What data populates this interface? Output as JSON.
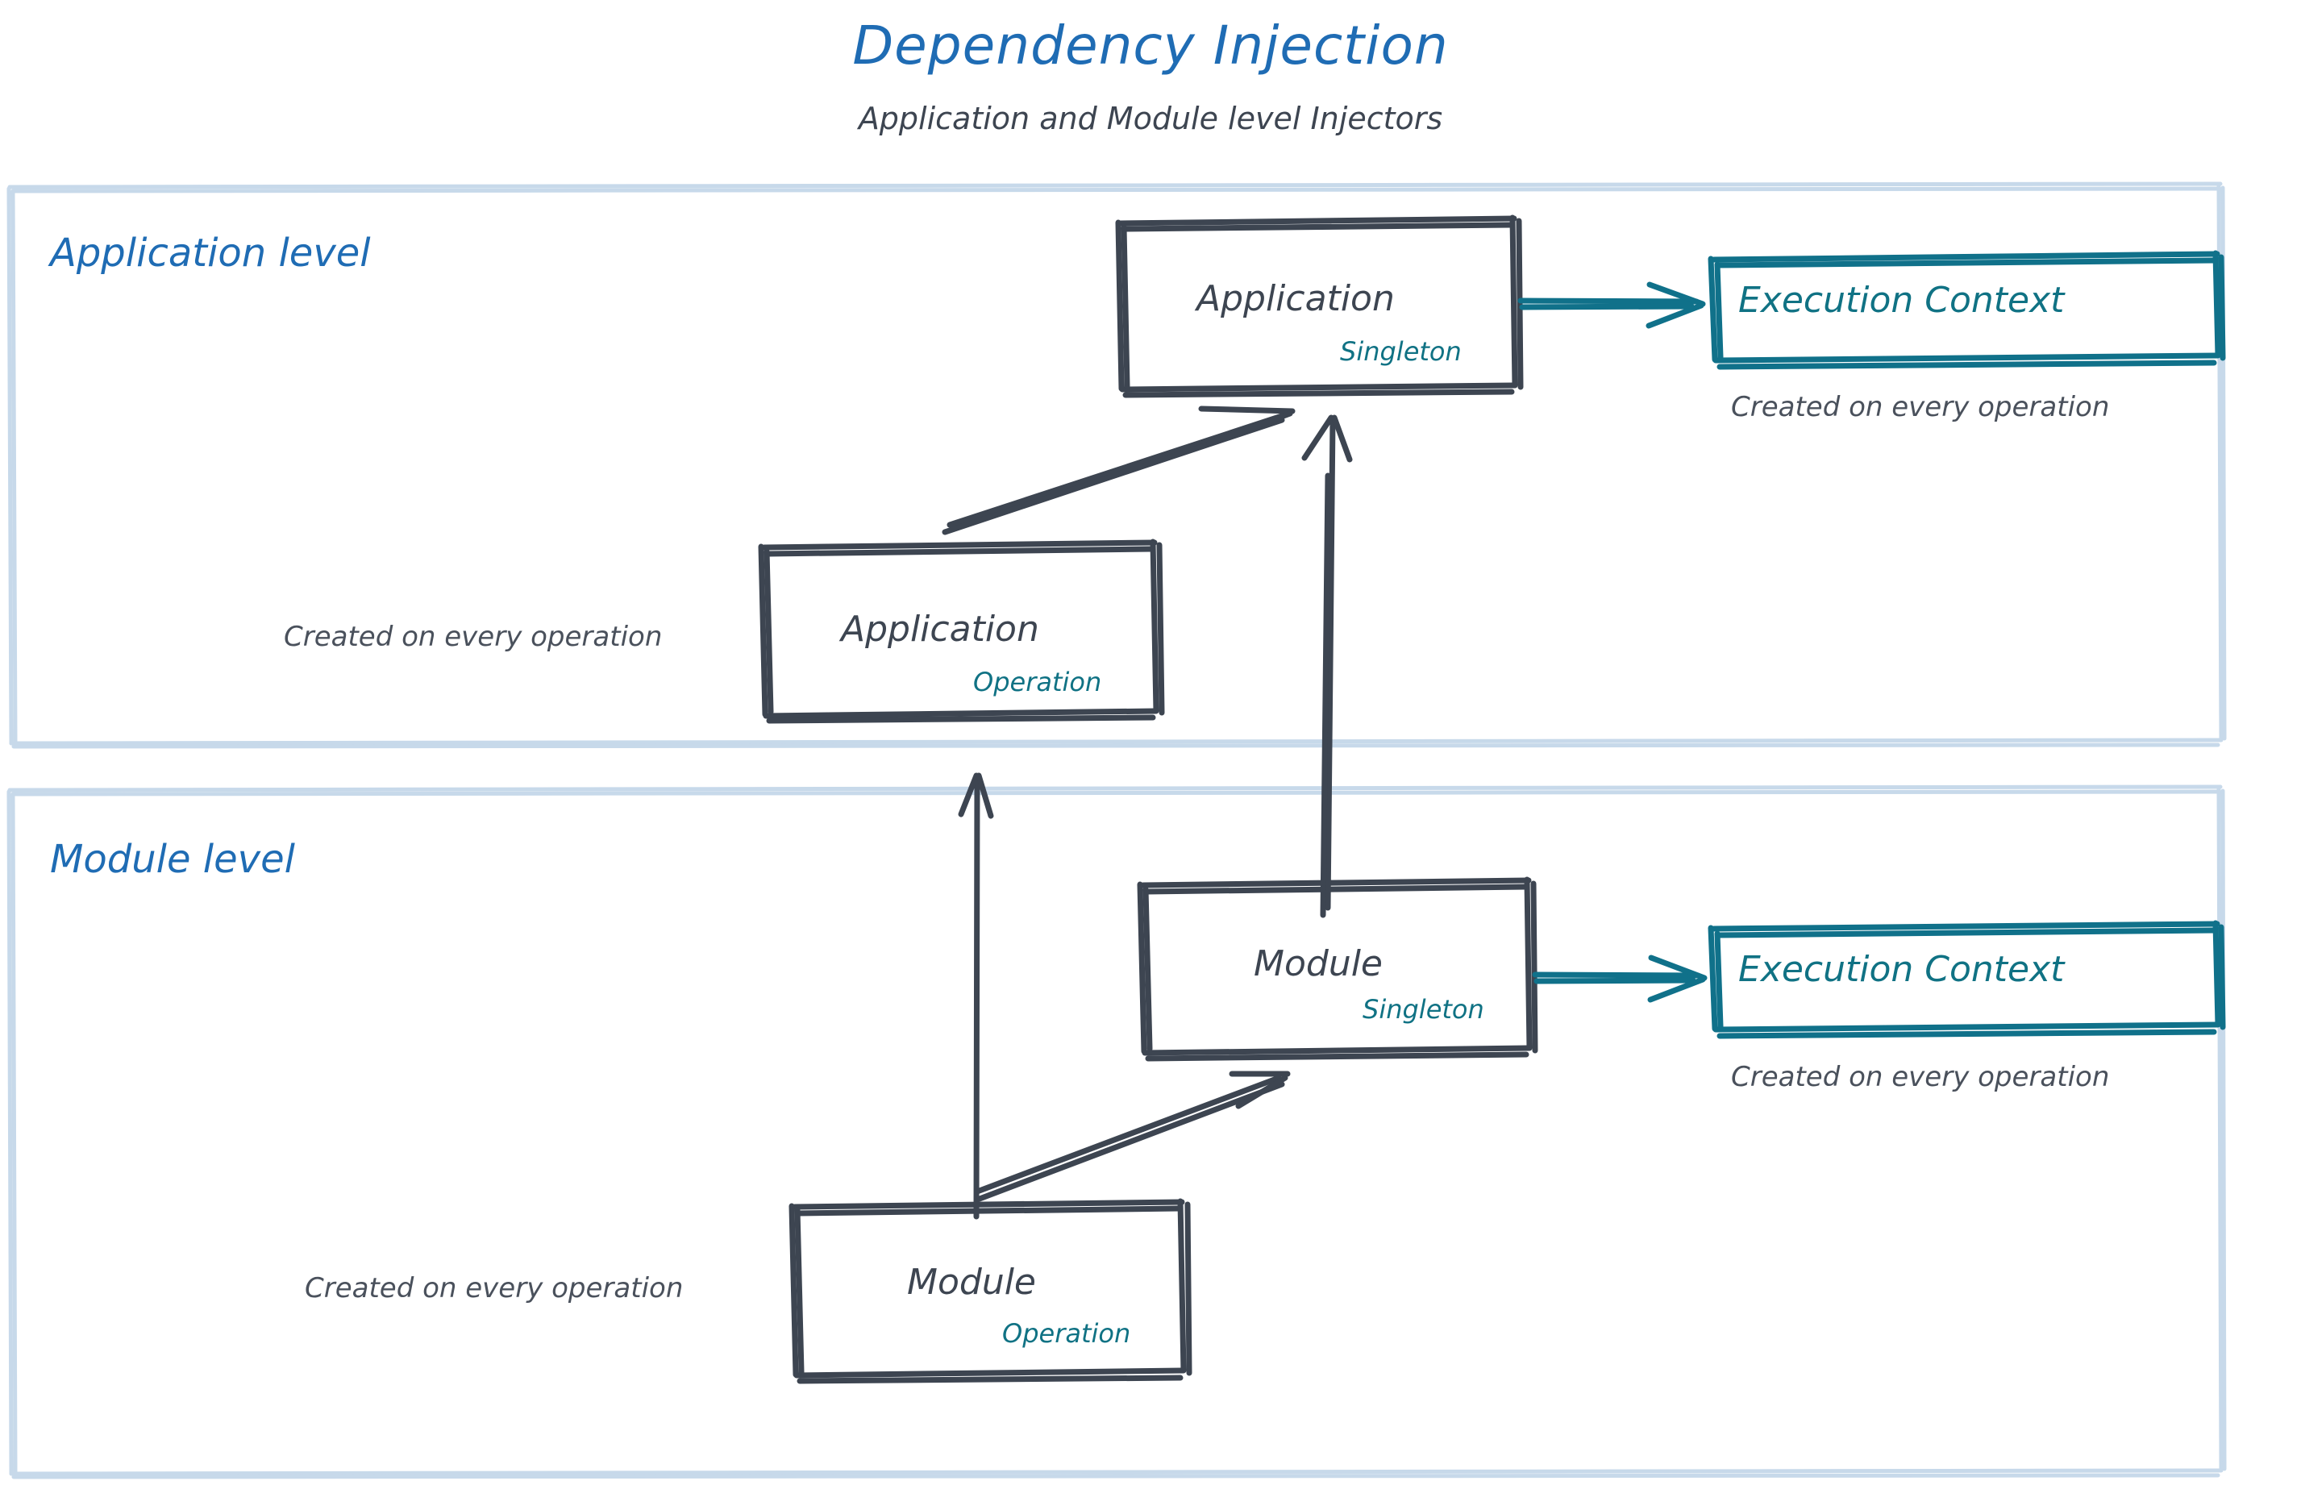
{
  "header": {
    "title": "Dependency Injection",
    "subtitle": "Application and Module level Injectors"
  },
  "colors": {
    "title_blue": "#1f6cb4",
    "lane_label_blue": "#1f6cb4",
    "lane_border": "#c7d9ea",
    "node_stroke": "#3d4551",
    "node_text": "#3d4551",
    "scope_teal": "#107284",
    "execution_context_teal": "#10718a",
    "caption_gray": "#4a515c",
    "arrow_dark": "#3d4551",
    "arrow_teal": "#10718a",
    "background": "#ffffff"
  },
  "lanes": [
    {
      "id": "application-level",
      "label": "Application level",
      "nodes": [
        {
          "id": "application-singleton",
          "title": "Application",
          "scope": "Singleton"
        },
        {
          "id": "application-operation",
          "title": "Application",
          "scope": "Operation",
          "caption": "Created on every operation"
        },
        {
          "id": "execution-context-application",
          "title": "Execution Context",
          "caption": "Created on every operation"
        }
      ]
    },
    {
      "id": "module-level",
      "label": "Module level",
      "nodes": [
        {
          "id": "module-singleton",
          "title": "Module",
          "scope": "Singleton"
        },
        {
          "id": "module-operation",
          "title": "Module",
          "scope": "Operation",
          "caption": "Created on every operation"
        },
        {
          "id": "execution-context-module",
          "title": "Execution Context",
          "caption": "Created on every operation"
        }
      ]
    }
  ],
  "edges": [
    {
      "id": "app-singleton-to-ec",
      "from": "application-singleton",
      "to": "execution-context-application",
      "style": "teal-arrow"
    },
    {
      "id": "app-operation-to-app-singleton",
      "from": "application-operation",
      "to": "application-singleton",
      "style": "dark-arrow"
    },
    {
      "id": "module-singleton-to-app-singleton",
      "from": "module-singleton",
      "to": "application-singleton",
      "style": "dark-arrow"
    },
    {
      "id": "module-singleton-to-ec",
      "from": "module-singleton",
      "to": "execution-context-module",
      "style": "teal-arrow"
    },
    {
      "id": "module-operation-to-module-singleton",
      "from": "module-operation",
      "to": "module-singleton",
      "style": "dark-arrow"
    },
    {
      "id": "module-operation-to-app-operation",
      "from": "module-operation",
      "to": "application-operation",
      "style": "dark-arrow"
    }
  ]
}
